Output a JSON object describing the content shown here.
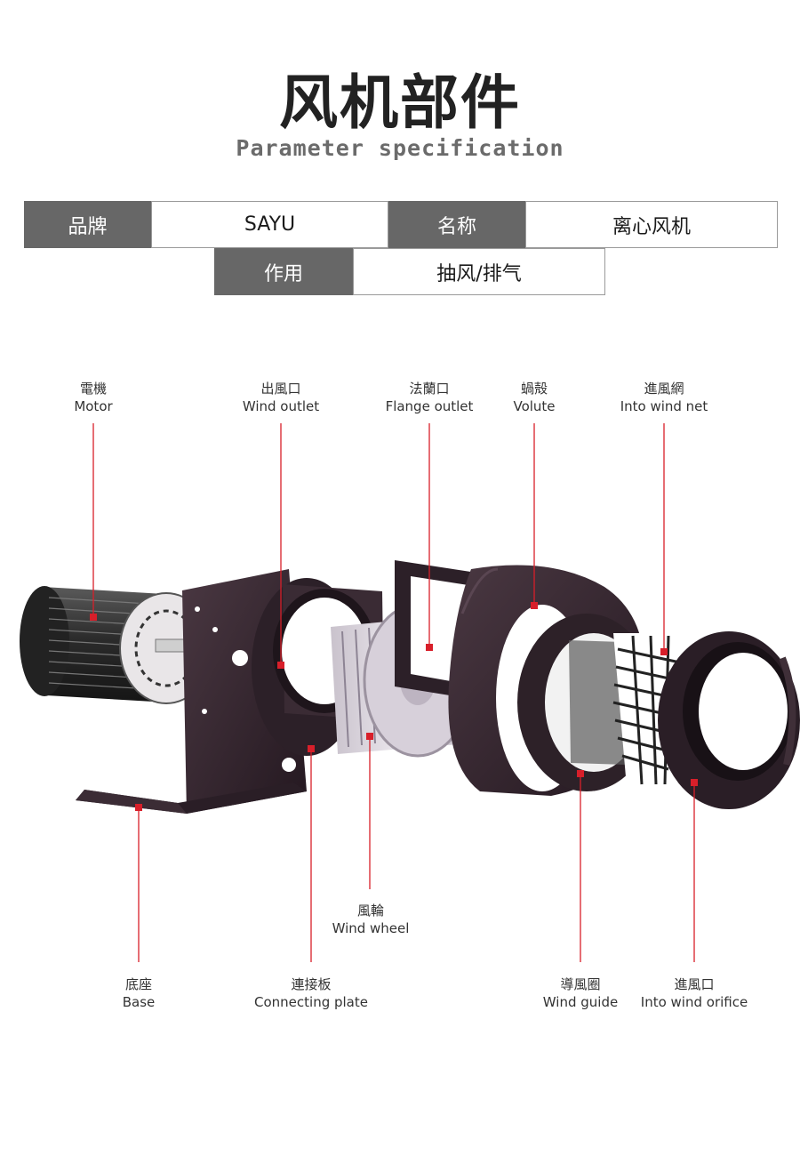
{
  "header": {
    "title": "风机部件",
    "subtitle": "Parameter specification"
  },
  "specs": {
    "brand_key": "品牌",
    "brand_value": "SAYU",
    "name_key": "名称",
    "name_value": "离心风机",
    "use_key": "作用",
    "use_value": "抽风/排气"
  },
  "parts": {
    "motor": {
      "zh": "電機",
      "en": "Motor"
    },
    "wind_outlet": {
      "zh": "出風口",
      "en": "Wind outlet"
    },
    "flange_outlet": {
      "zh": "法蘭口",
      "en": "Flange outlet"
    },
    "volute": {
      "zh": "蝸殻",
      "en": "Volute"
    },
    "wind_net": {
      "zh": "進風網",
      "en": "Into wind net"
    },
    "wind_wheel": {
      "zh": "風輪",
      "en": "Wind wheel"
    },
    "base": {
      "zh": "底座",
      "en": "Base"
    },
    "connecting_plate": {
      "zh": "連接板",
      "en": "Connecting plate"
    },
    "wind_guide": {
      "zh": "導風圈",
      "en": "Wind guide"
    },
    "wind_orifice": {
      "zh": "進風口",
      "en": "Into wind orifice"
    }
  },
  "colors": {
    "leader": "#d81f2a",
    "body": "#3a2a33",
    "label_bg": "#676767"
  }
}
